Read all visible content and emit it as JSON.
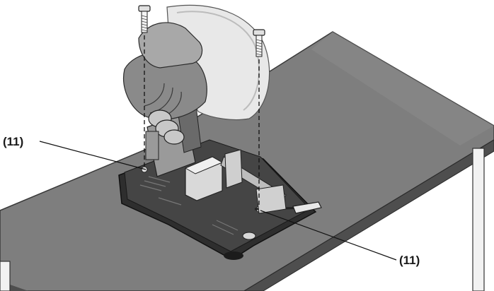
{
  "callouts": {
    "left_label": "(11)",
    "right_label": "(11)"
  },
  "parts": {
    "fastener": "bolt-icon",
    "tool": "cut-off-saw",
    "surface": "workbench"
  },
  "colors": {
    "table_top": "#7c7c7c",
    "table_edge": "#4e4e4e",
    "saw_base": "#3c3c3c",
    "guard": "#e6e6e6",
    "motor": "#8a8a8a"
  }
}
